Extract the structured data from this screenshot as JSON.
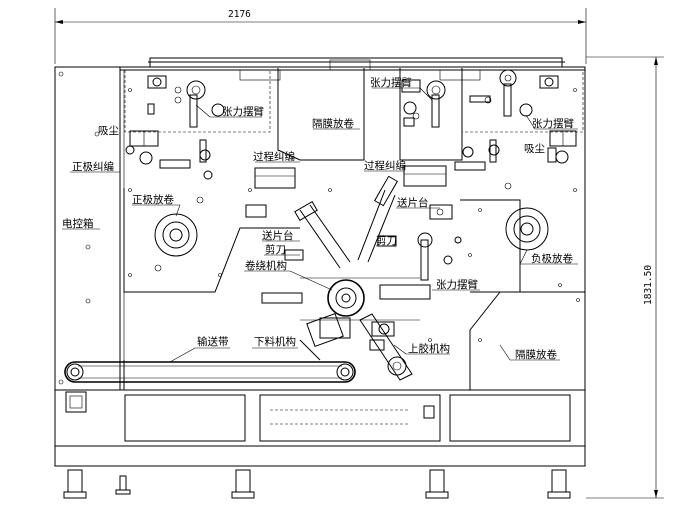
{
  "dimensions": {
    "width": "2176",
    "height": "1831.50"
  },
  "labels": {
    "tension_arm_left": "张力摆臂",
    "tension_arm_mid": "张力摆臂",
    "tension_arm_right": "张力摆臂",
    "separator_unwind_top": "隔膜放卷",
    "separator_unwind_bottom": "隔膜放卷",
    "suction_left": "吸尘",
    "suction_right": "吸尘",
    "positive_edge_guide": "正极纠编",
    "process_guide_left": "过程纠编",
    "process_guide_right": "过程纠编",
    "control_box": "电控箱",
    "positive_unwind": "正极放卷",
    "feed_table_left": "送片台",
    "feed_table_right": "送片台",
    "cutter_left": "剪刀",
    "cutter_right": "剪刀",
    "winding_mechanism": "卷绕机构",
    "negative_unwind": "负极放卷",
    "tension_arm_lower": "张力摆臂",
    "conveyor_belt": "输送带",
    "unloading_mechanism": "下料机构",
    "taping_mechanism": "上胶机构"
  }
}
